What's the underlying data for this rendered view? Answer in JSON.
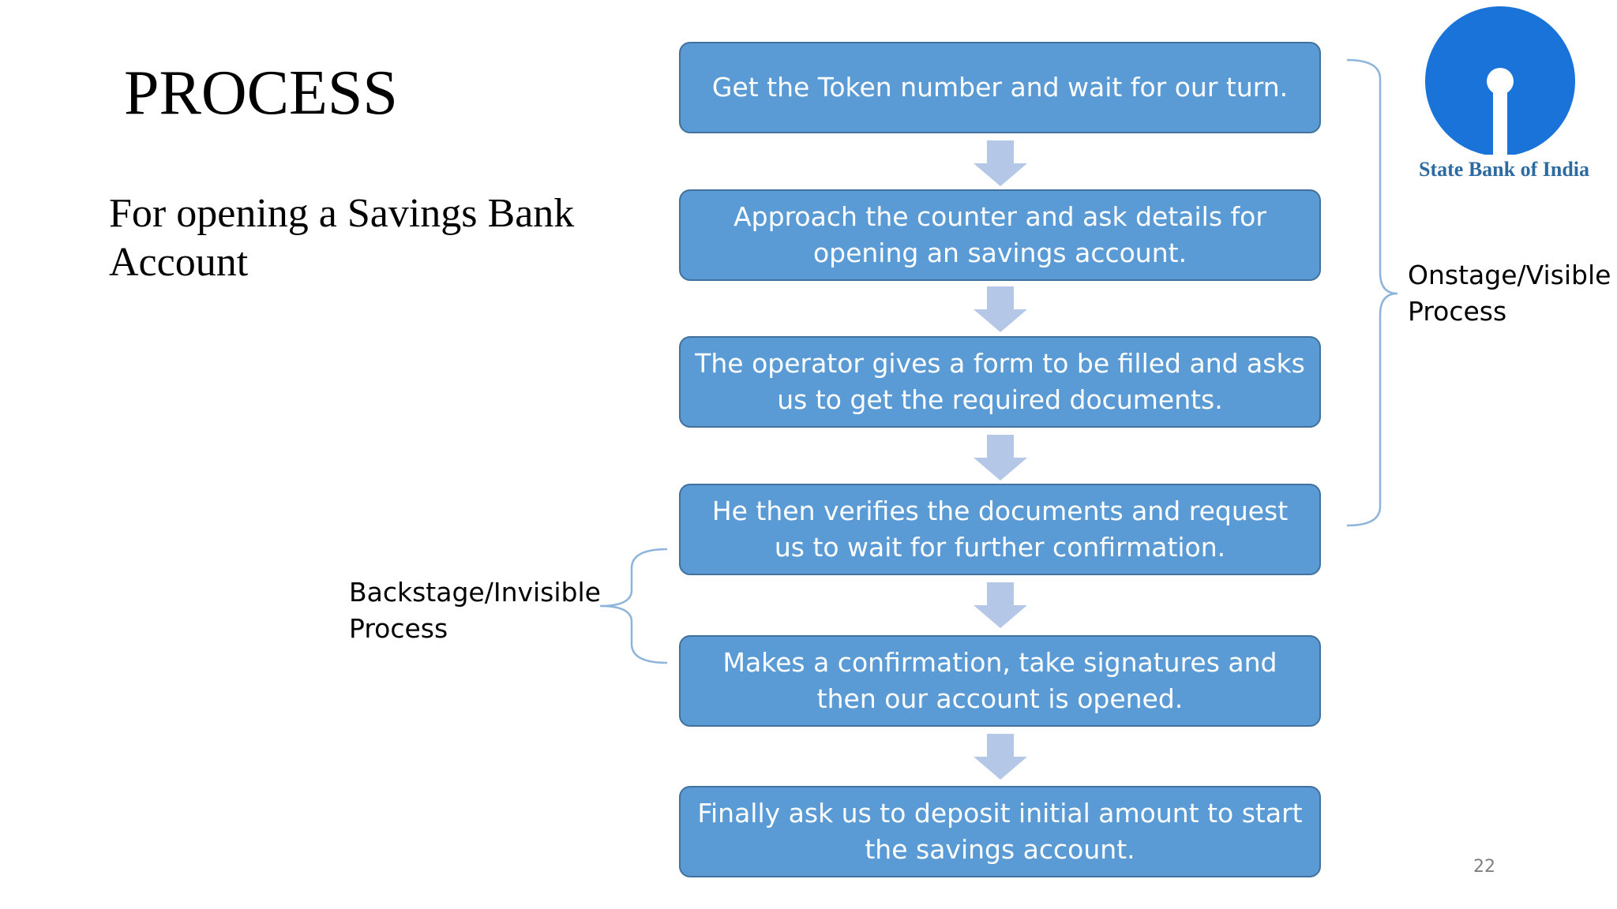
{
  "slide": {
    "title": "PROCESS",
    "subtitle": "For opening a Savings Bank Account",
    "page_number": "22"
  },
  "logo": {
    "text": "State Bank of India",
    "color": "#1a73d9"
  },
  "steps": [
    "Get the Token number and wait for our turn.",
    "Approach the counter and ask details for opening an savings account.",
    "The operator gives a form to be filled and asks us to get the required documents.",
    "He then verifies the documents and request us to wait for further confirmation.",
    "Makes a confirmation, take signatures and then our account is opened.",
    "Finally ask us to deposit initial amount to start the savings account."
  ],
  "labels": {
    "onstage": "Onstage/Visible Process",
    "backstage": "Backstage/Invisible Process"
  },
  "colors": {
    "box_fill": "#5b9bd5",
    "box_border": "#41719c",
    "arrow": "#b4c7e7",
    "bracket": "#8fb4dc"
  }
}
